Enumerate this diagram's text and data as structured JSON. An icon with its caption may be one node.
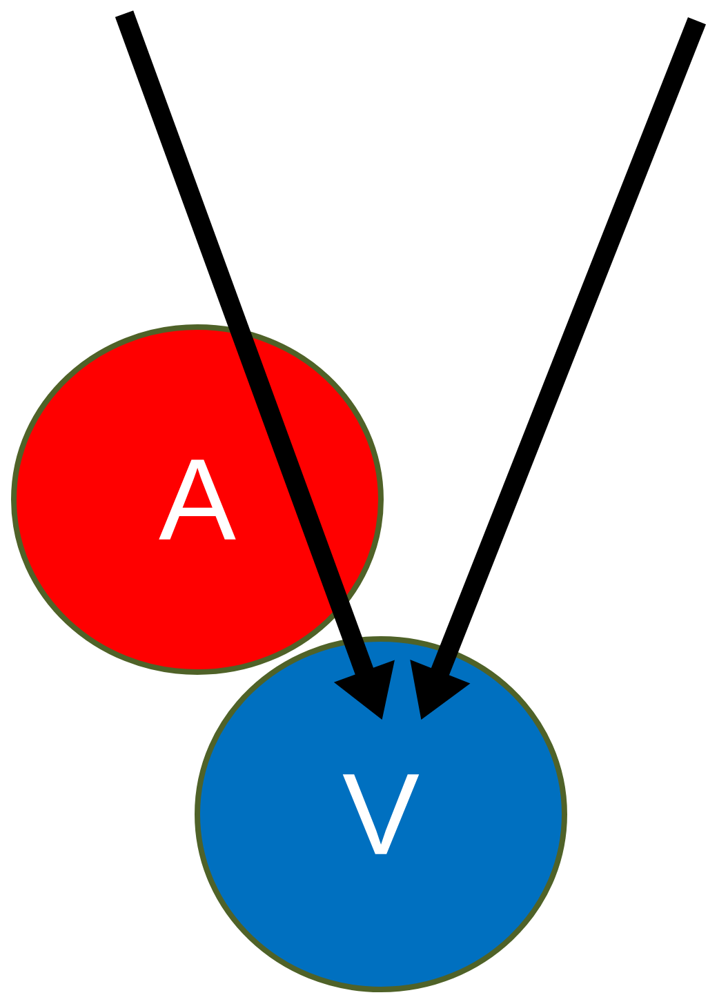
{
  "diagram": {
    "nodes": [
      {
        "text": [
          "A"
        ]
      },
      {
        "text": [
          "V"
        ]
      }
    ],
    "edges": [
      {
        "from": null,
        "to": 1,
        "arrow": "to"
      },
      {
        "from": null,
        "to": 1,
        "arrow": "to"
      }
    ]
  }
}
